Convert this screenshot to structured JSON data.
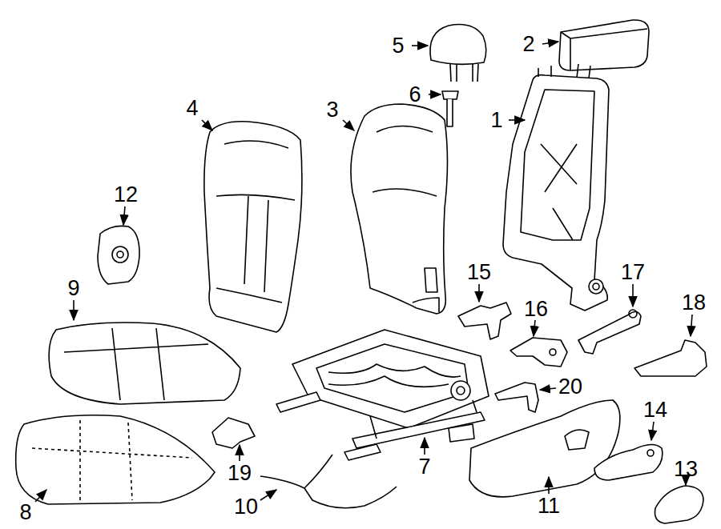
{
  "diagram": {
    "labels": [
      "5",
      "2",
      "6",
      "4",
      "3",
      "1",
      "12",
      "15",
      "17",
      "18",
      "9",
      "16",
      "20",
      "14",
      "13",
      "7",
      "19",
      "11",
      "10",
      "8"
    ]
  }
}
